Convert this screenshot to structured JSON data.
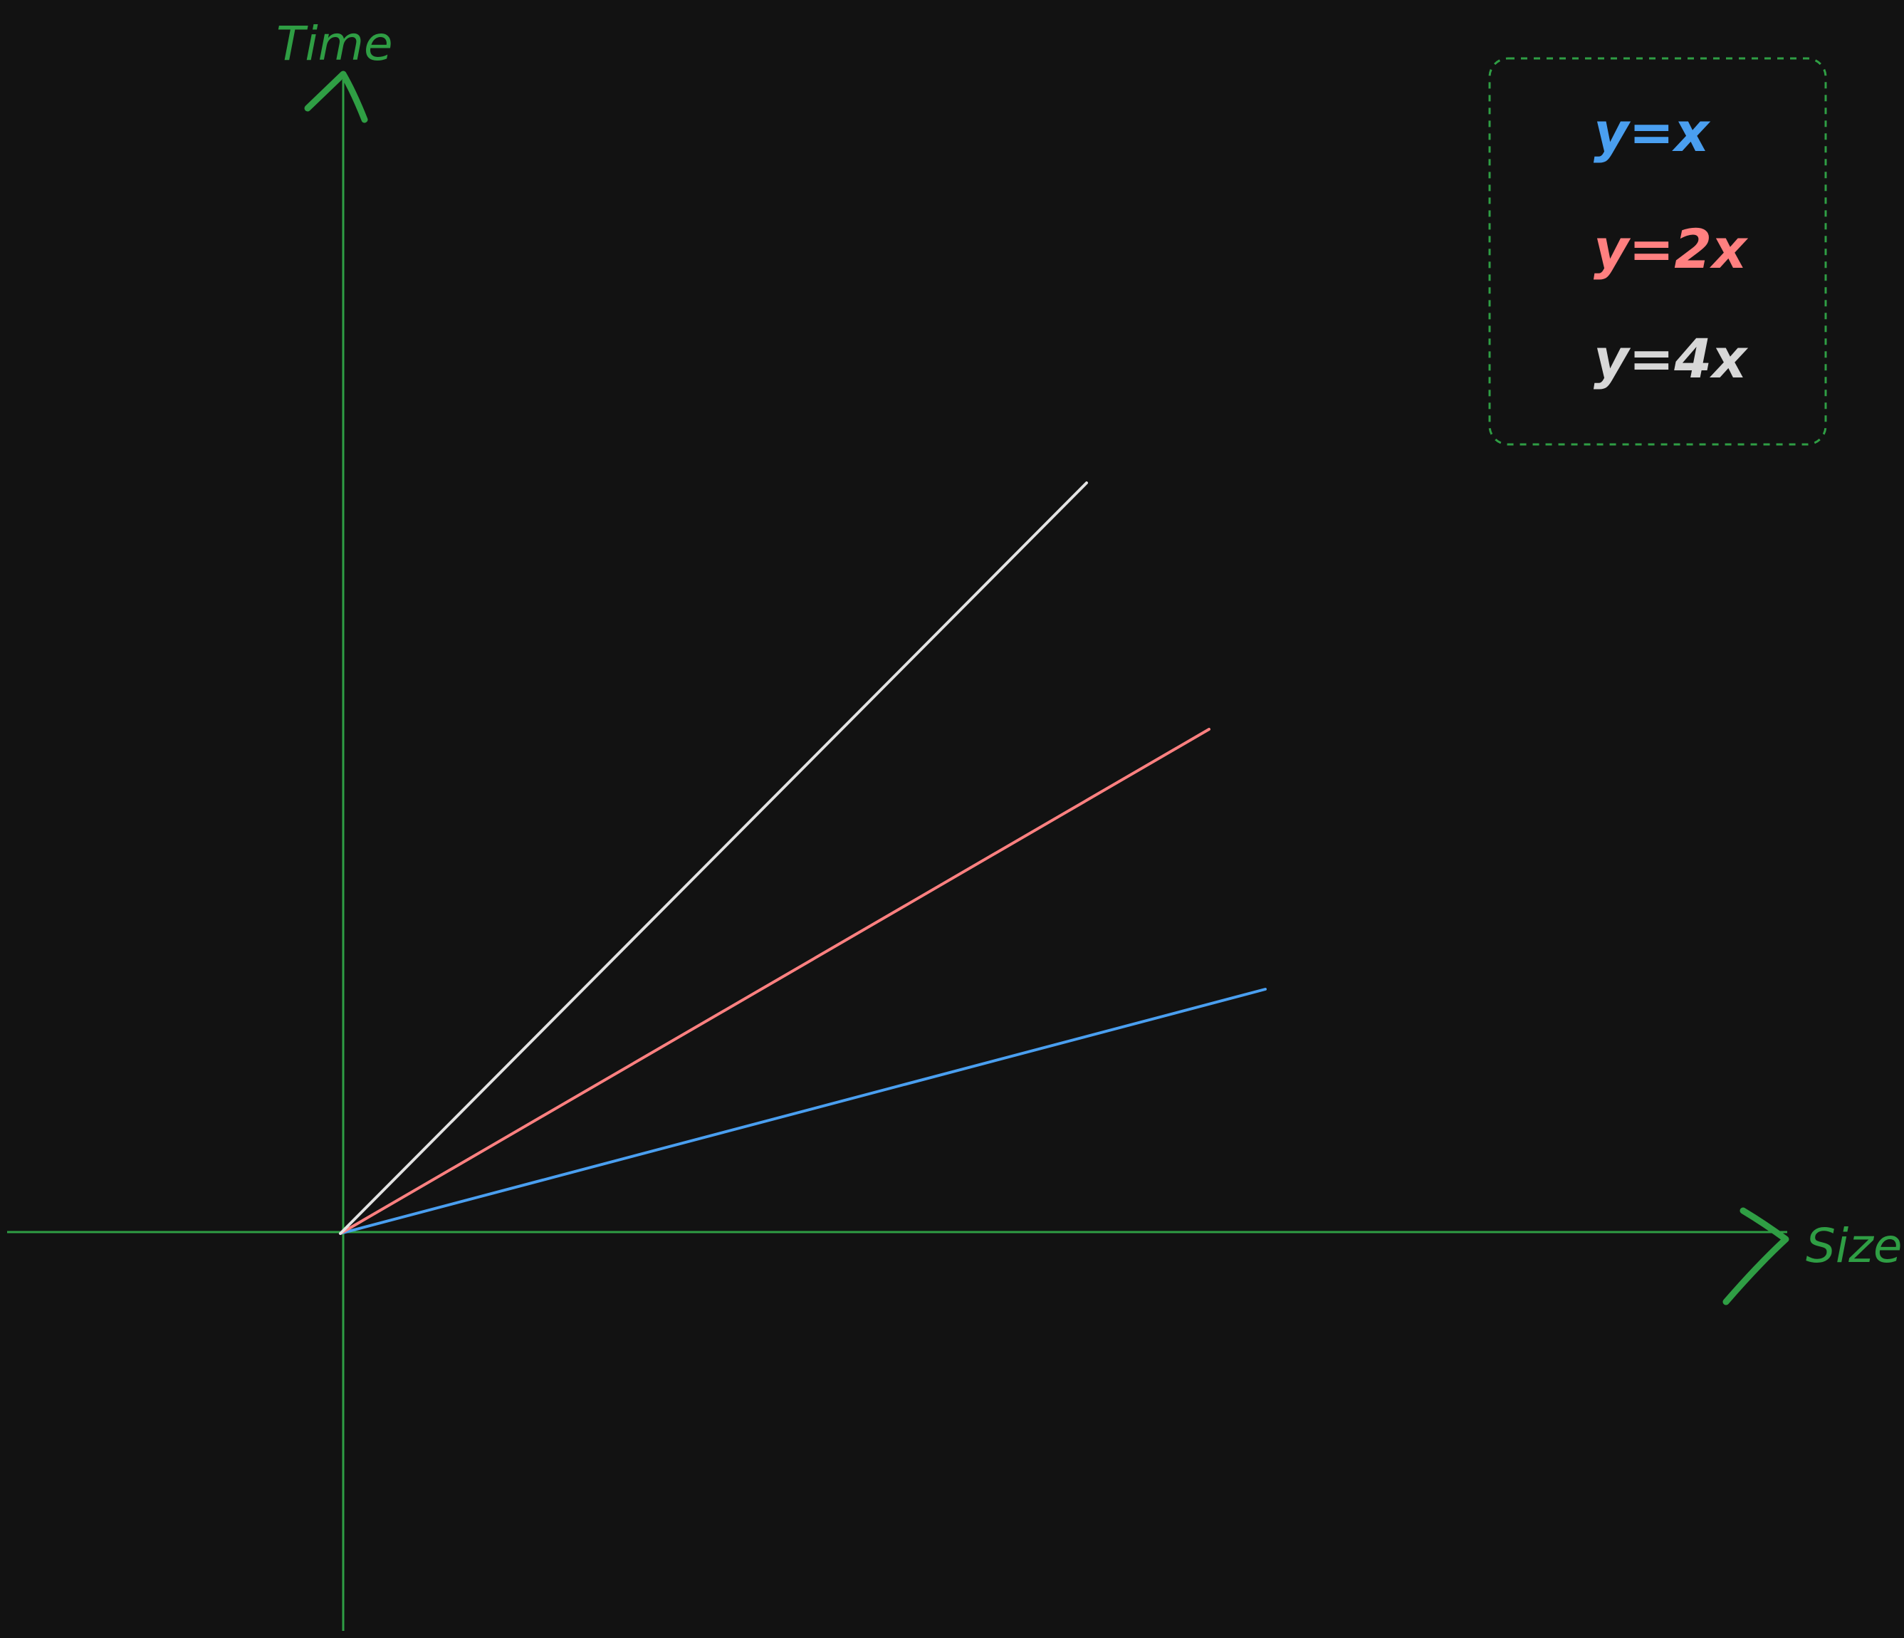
{
  "chart_data": {
    "type": "line",
    "xlabel": "Size",
    "ylabel": "Time",
    "axis_color": "#2f9e44",
    "background": "#121212",
    "legend_placement": "top-right",
    "grid": false,
    "series": [
      {
        "name": "y=x",
        "color": "#4a9ff0",
        "label_color": "#4a9ff0",
        "slope": 0.27
      },
      {
        "name": "y=2x",
        "color": "#ff8080",
        "label_color": "#ff8080",
        "slope": 0.59
      },
      {
        "name": "y=4x",
        "color": "#e3e3e3",
        "label_color": "#d7d7d7",
        "slope": 1.0
      }
    ],
    "legend": [
      "y=x",
      "y=2x",
      "y=4x"
    ]
  }
}
